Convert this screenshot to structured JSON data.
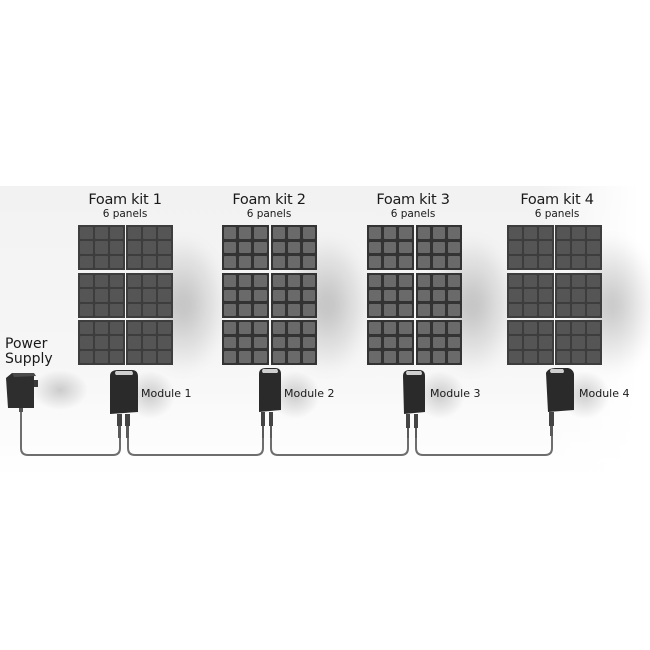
{
  "diagram": {
    "power_supply": {
      "label_line1": "Power",
      "label_line2": "Supply",
      "icon": "power-adapter-icon"
    },
    "kits": [
      {
        "title": "Foam kit 1",
        "subtitle": "6 panels",
        "module": "Module 1",
        "pattern": "pyramid-block"
      },
      {
        "title": "Foam kit 2",
        "subtitle": "6 panels",
        "module": "Module 2",
        "pattern": "waffle"
      },
      {
        "title": "Foam kit 3",
        "subtitle": "6 panels",
        "module": "Module 3",
        "pattern": "waffle"
      },
      {
        "title": "Foam kit 4",
        "subtitle": "6 panels",
        "module": "Module 4",
        "pattern": "pyramid-block"
      }
    ],
    "colors": {
      "panel_dark": "#3d3d3d",
      "panel_cell": "#555555",
      "module_body": "#2a2a2a",
      "cable": "#6e6e6e",
      "background_band": "#f3f3f3"
    }
  }
}
